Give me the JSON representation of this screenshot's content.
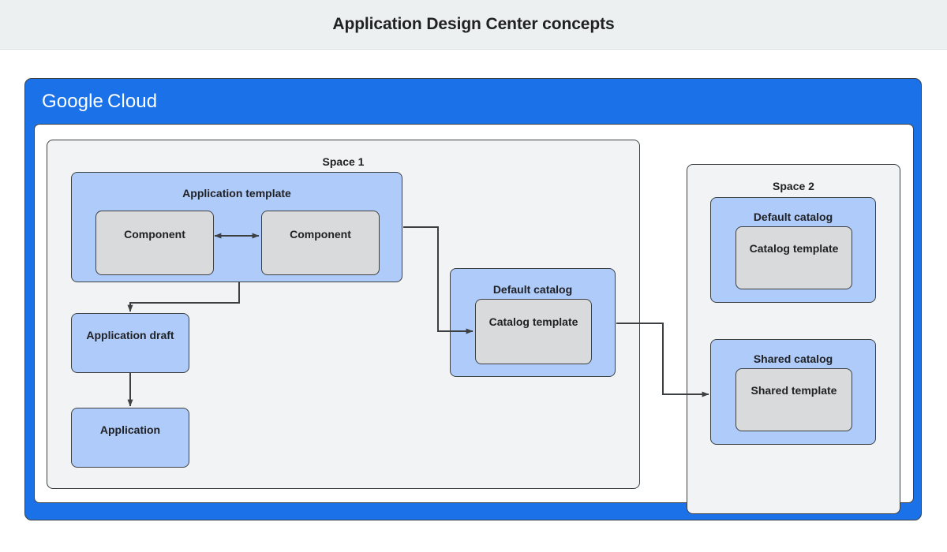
{
  "page": {
    "title": "Application Design Center concepts",
    "background_color": "#ffffff",
    "titlebar_color": "#edf0f1"
  },
  "colors": {
    "google_blue": "#1b72e8",
    "node_blue": "#aecbfa",
    "node_gray": "#d9dadc",
    "space_gray": "#f1f3f4",
    "stroke": "#3c4043",
    "text": "#202124"
  },
  "cloud_frame": {
    "logo_primary": "Google",
    "logo_secondary": "Cloud"
  },
  "spaces": [
    {
      "id": "space-1",
      "label": "Space 1",
      "nodes": {
        "app_template": {
          "label": "Application template",
          "components": [
            {
              "label": "Component"
            },
            {
              "label": "Component"
            }
          ]
        },
        "app_draft": {
          "label": "Application draft"
        },
        "application": {
          "label": "Application"
        },
        "default_catalog": {
          "label": "Default catalog",
          "template": {
            "label": "Catalog template"
          }
        }
      }
    },
    {
      "id": "space-2",
      "label": "Space 2",
      "nodes": {
        "default_catalog": {
          "label": "Default catalog",
          "template": {
            "label": "Catalog template"
          }
        },
        "shared_catalog": {
          "label": "Shared catalog",
          "template": {
            "label": "Shared template"
          }
        }
      }
    }
  ],
  "connectors": [
    {
      "name": "component-to-component",
      "kind": "bidirectional-arrow"
    },
    {
      "name": "app-template-to-app-draft",
      "kind": "arrow"
    },
    {
      "name": "app-draft-to-application",
      "kind": "arrow"
    },
    {
      "name": "app-template-to-catalog-template",
      "kind": "arrow"
    },
    {
      "name": "default-catalog-to-shared-catalog",
      "kind": "arrow"
    }
  ]
}
